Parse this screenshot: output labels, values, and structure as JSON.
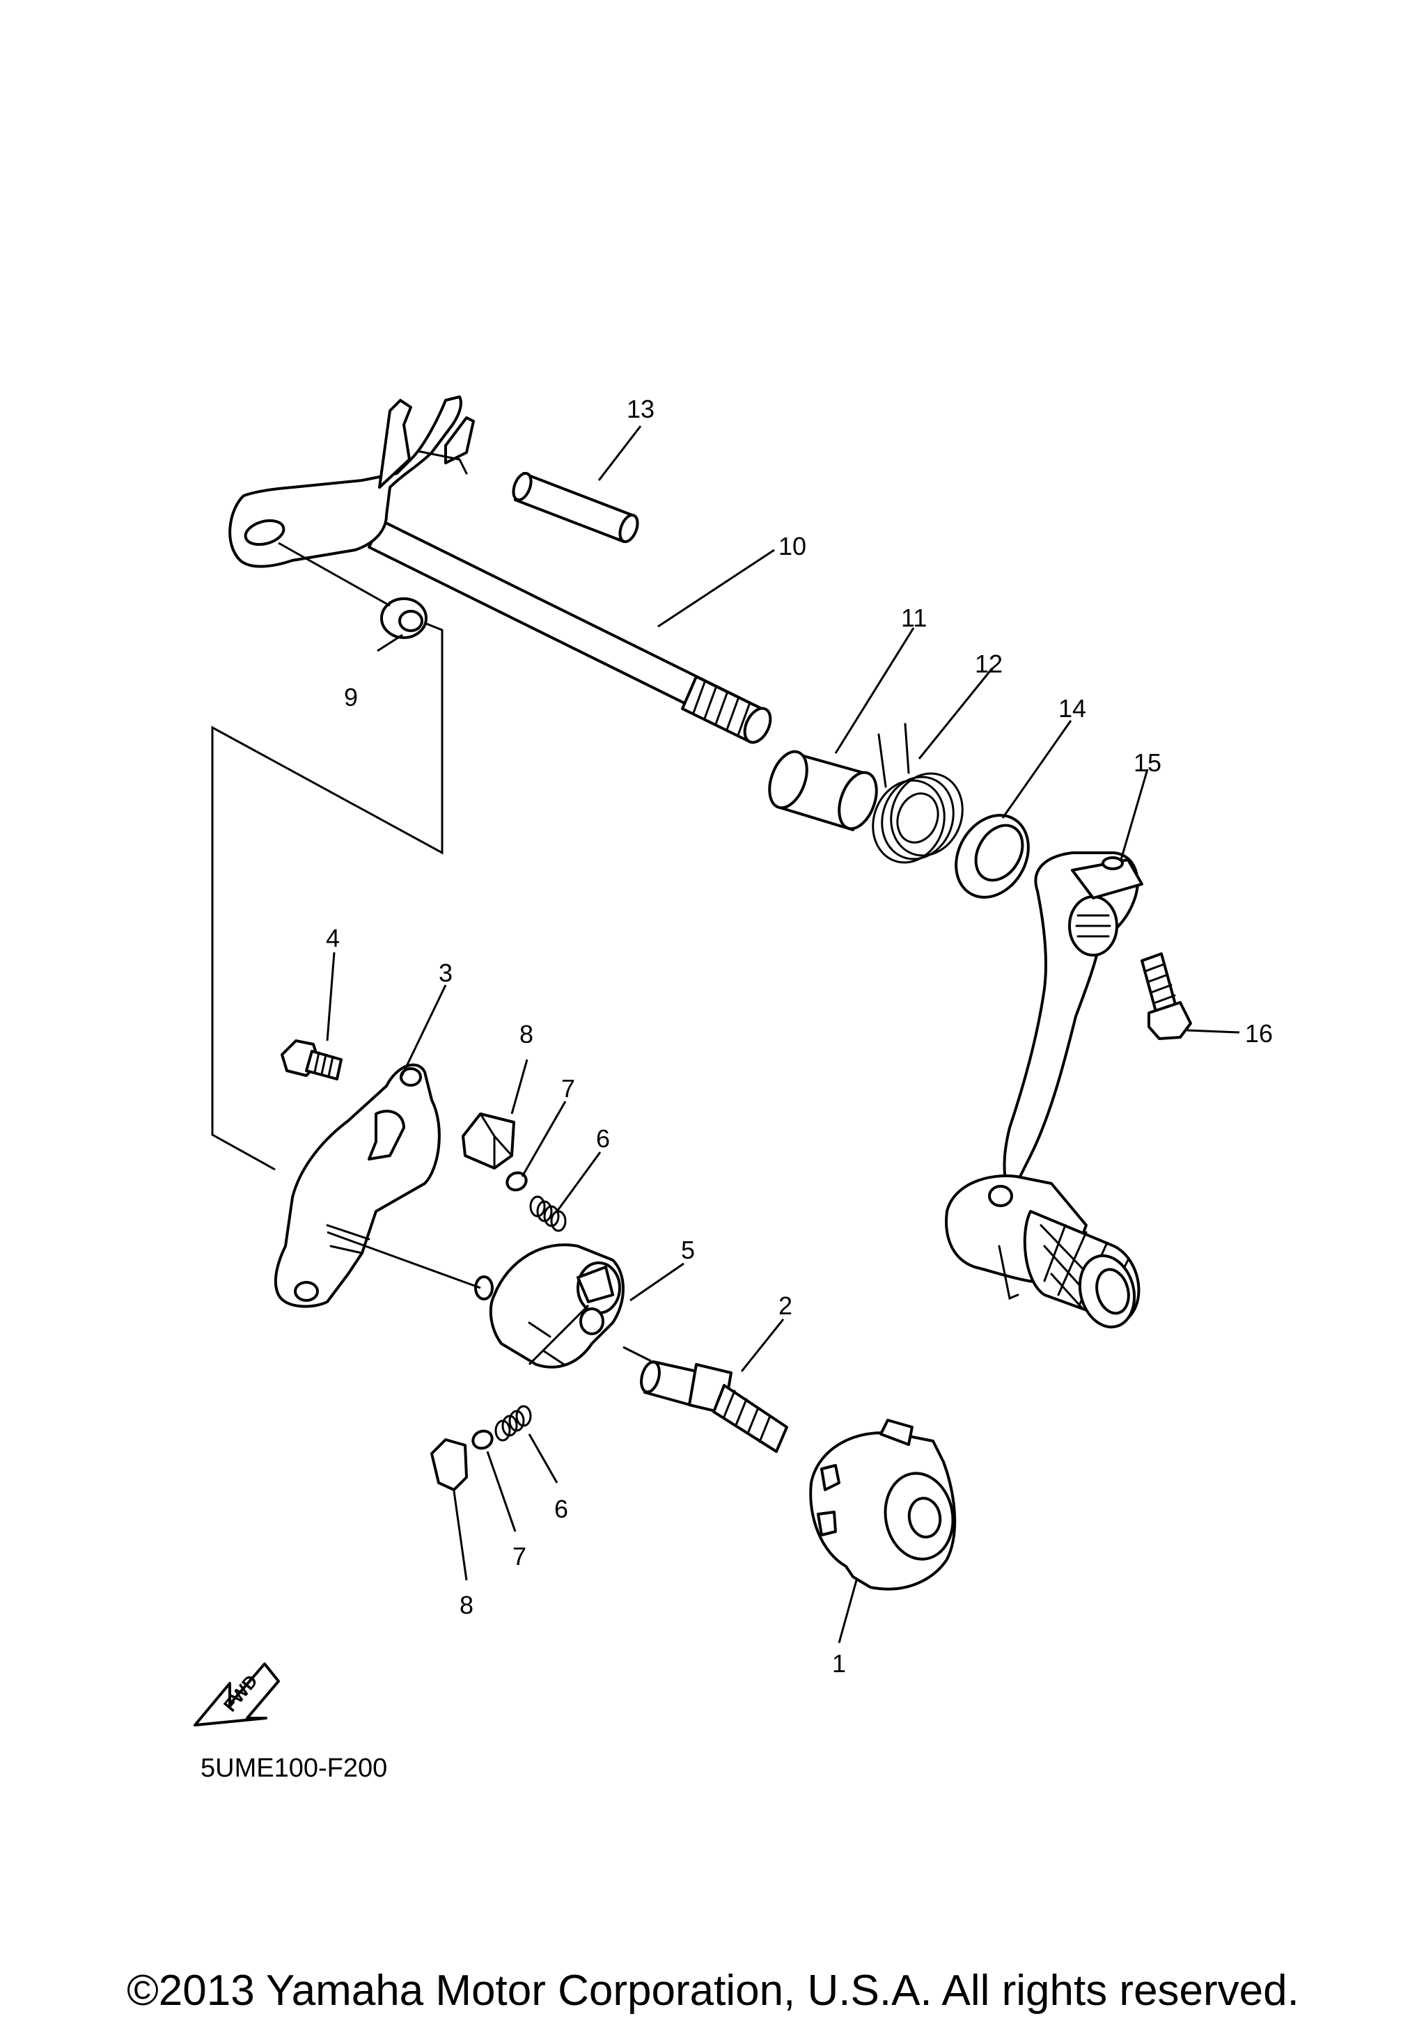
{
  "diagram": {
    "callouts": {
      "c1": "1",
      "c2": "2",
      "c3": "3",
      "c4": "4",
      "c5": "5",
      "c6a": "6",
      "c6b": "6",
      "c7a": "7",
      "c7b": "7",
      "c8a": "8",
      "c8b": "8",
      "c9": "9",
      "c10": "10",
      "c11": "11",
      "c12": "12",
      "c13": "13",
      "c14": "14",
      "c15": "15",
      "c16": "16"
    },
    "fwd_label": "FWD",
    "diagram_code": "5UME100-F200"
  },
  "footer": {
    "copyright": "©2013 Yamaha Motor Corporation, U.S.A. All rights reserved."
  }
}
